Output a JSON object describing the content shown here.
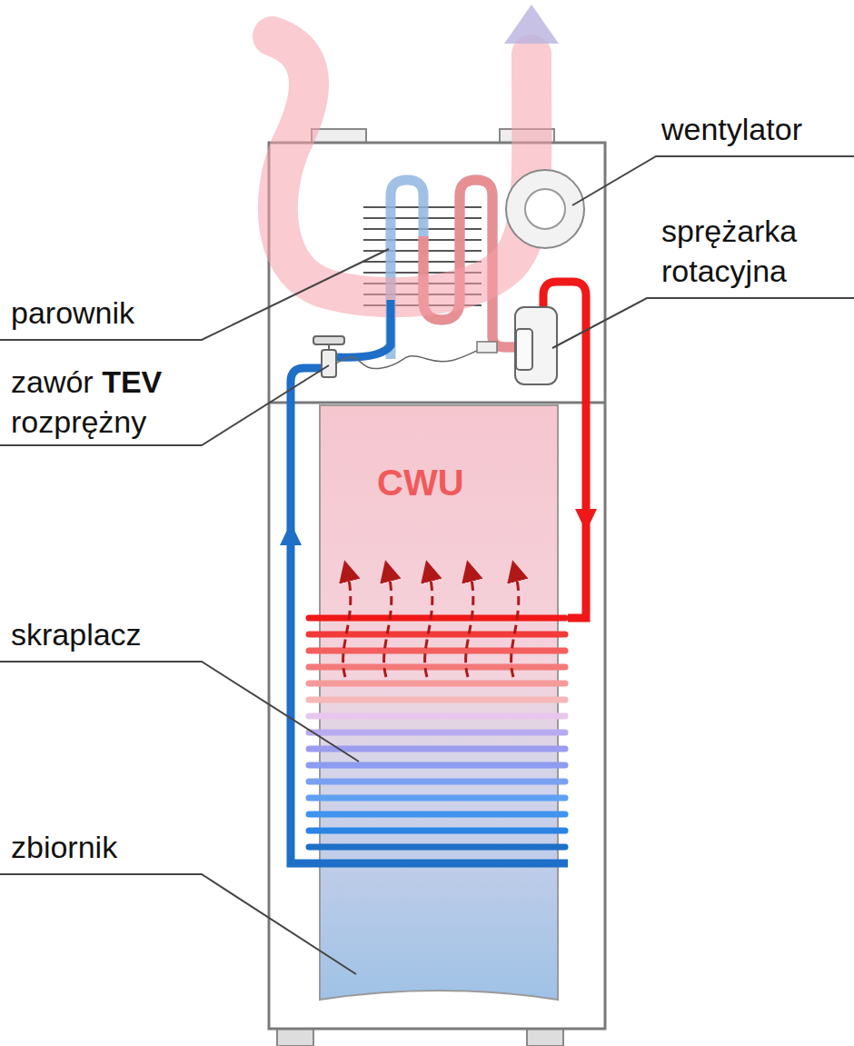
{
  "diagram": {
    "labels": [
      "wentylator",
      "sprężarka rotacyjna",
      "parownik",
      "zawór TEV rozprężny",
      "CWU",
      "skraplacz",
      "zbiornik"
    ]
  }
}
